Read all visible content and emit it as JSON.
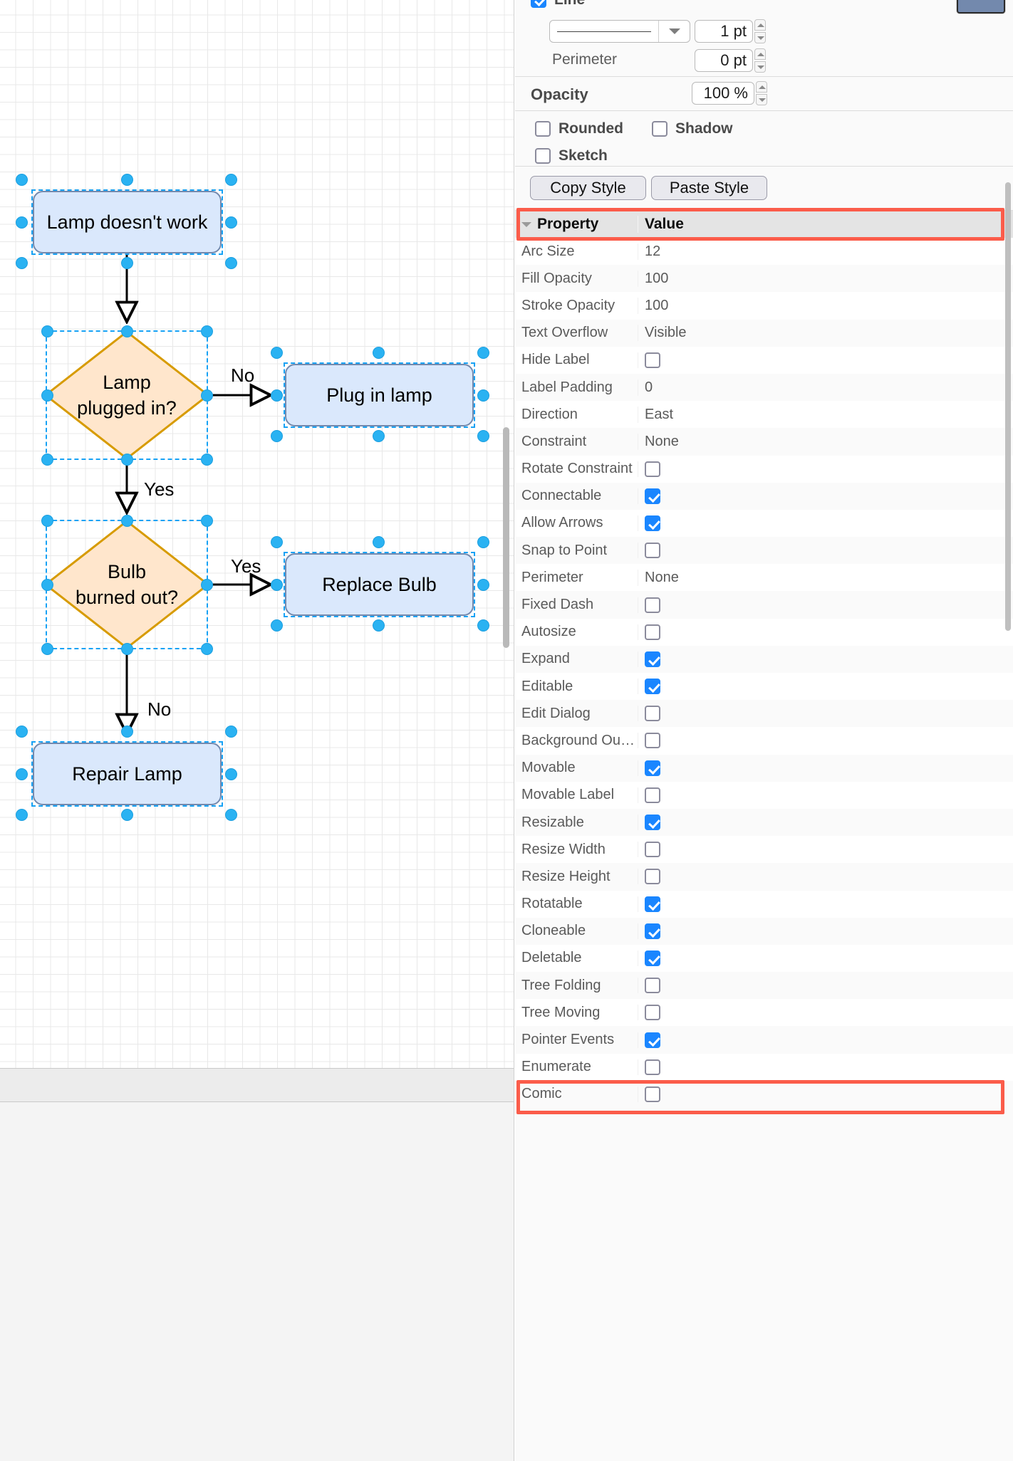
{
  "app": {
    "canvas": {
      "nodes": [
        {
          "id": "n1",
          "type": "rounded-rect",
          "label": "Lamp doesn't work",
          "fill": "#dae8fc",
          "stroke": "#7389ad"
        },
        {
          "id": "n2",
          "type": "diamond",
          "label_line1": "Lamp",
          "label_line2": "plugged in?",
          "fill": "#ffe6cc",
          "stroke": "#d79b00"
        },
        {
          "id": "n3",
          "type": "rounded-rect",
          "label": "Plug in lamp",
          "fill": "#dae8fc",
          "stroke": "#7389ad"
        },
        {
          "id": "n4",
          "type": "diamond",
          "label_line1": "Bulb",
          "label_line2": "burned out?",
          "fill": "#ffe6cc",
          "stroke": "#d79b00"
        },
        {
          "id": "n5",
          "type": "rounded-rect",
          "label": "Replace Bulb",
          "fill": "#dae8fc",
          "stroke": "#7389ad"
        },
        {
          "id": "n6",
          "type": "rounded-rect",
          "label": "Repair Lamp",
          "fill": "#dae8fc",
          "stroke": "#7389ad"
        }
      ],
      "edge_labels": {
        "e1": "No",
        "e2": "Yes",
        "e3": "Yes",
        "e4": "No"
      },
      "selection_handle_color": "#2ab2f2"
    },
    "format_panel": {
      "line_checkbox_label": "Line",
      "line_checkbox_checked": true,
      "line_color": "#7389ad",
      "line_width_value": "1 pt",
      "perimeter_label": "Perimeter",
      "perimeter_value": "0 pt",
      "opacity_label": "Opacity",
      "opacity_value": "100 %",
      "toggles": [
        {
          "label": "Rounded",
          "checked": false
        },
        {
          "label": "Shadow",
          "checked": false
        },
        {
          "label": "Sketch",
          "checked": false
        }
      ],
      "copy_style_label": "Copy Style",
      "paste_style_label": "Paste Style"
    },
    "properties_table": {
      "header": {
        "property": "Property",
        "value": "Value"
      },
      "highlight_color": "#fb5c4a",
      "rows": [
        {
          "name": "Arc Size",
          "kind": "text",
          "value": "12"
        },
        {
          "name": "Fill Opacity",
          "kind": "text",
          "value": "100"
        },
        {
          "name": "Stroke Opacity",
          "kind": "text",
          "value": "100"
        },
        {
          "name": "Text Overflow",
          "kind": "text",
          "value": "Visible"
        },
        {
          "name": "Hide Label",
          "kind": "checkbox",
          "checked": false
        },
        {
          "name": "Label Padding",
          "kind": "text",
          "value": "0"
        },
        {
          "name": "Direction",
          "kind": "text",
          "value": "East"
        },
        {
          "name": "Constraint",
          "kind": "text",
          "value": "None"
        },
        {
          "name": "Rotate Constraint",
          "kind": "checkbox",
          "checked": false
        },
        {
          "name": "Connectable",
          "kind": "checkbox",
          "checked": true
        },
        {
          "name": "Allow Arrows",
          "kind": "checkbox",
          "checked": true
        },
        {
          "name": "Snap to Point",
          "kind": "checkbox",
          "checked": false
        },
        {
          "name": "Perimeter",
          "kind": "text",
          "value": "None"
        },
        {
          "name": "Fixed Dash",
          "kind": "checkbox",
          "checked": false
        },
        {
          "name": "Autosize",
          "kind": "checkbox",
          "checked": false
        },
        {
          "name": "Expand",
          "kind": "checkbox",
          "checked": true
        },
        {
          "name": "Editable",
          "kind": "checkbox",
          "checked": true
        },
        {
          "name": "Edit Dialog",
          "kind": "checkbox",
          "checked": false
        },
        {
          "name": "Background Outl...",
          "kind": "checkbox",
          "checked": false
        },
        {
          "name": "Movable",
          "kind": "checkbox",
          "checked": true
        },
        {
          "name": "Movable Label",
          "kind": "checkbox",
          "checked": false
        },
        {
          "name": "Resizable",
          "kind": "checkbox",
          "checked": true
        },
        {
          "name": "Resize Width",
          "kind": "checkbox",
          "checked": false
        },
        {
          "name": "Resize Height",
          "kind": "checkbox",
          "checked": false
        },
        {
          "name": "Rotatable",
          "kind": "checkbox",
          "checked": true
        },
        {
          "name": "Cloneable",
          "kind": "checkbox",
          "checked": true
        },
        {
          "name": "Deletable",
          "kind": "checkbox",
          "checked": true
        },
        {
          "name": "Tree Folding",
          "kind": "checkbox",
          "checked": false
        },
        {
          "name": "Tree Moving",
          "kind": "checkbox",
          "checked": false
        },
        {
          "name": "Pointer Events",
          "kind": "checkbox",
          "checked": true
        },
        {
          "name": "Enumerate",
          "kind": "checkbox",
          "checked": false,
          "highlighted": true
        },
        {
          "name": "Comic",
          "kind": "checkbox",
          "checked": false
        }
      ]
    }
  }
}
